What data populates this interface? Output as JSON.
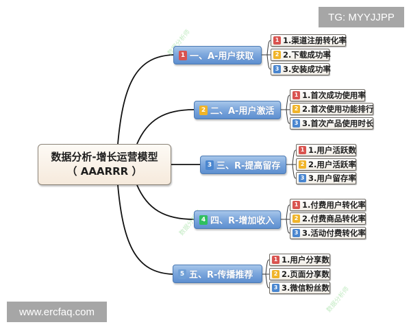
{
  "colors": {
    "badge_1": "#d9534f",
    "badge_2": "#f0b429",
    "badge_3": "#4a86cf",
    "badge_4": "#2fbf5f",
    "badge_5": "#6f9fd6",
    "branch_fill": "#7ea8dd",
    "central_fill": "#f8eee2",
    "link_color": "#111111"
  },
  "watermarks": {
    "top_right": "TG: MYYJJPP",
    "bottom_left": "www.ercfaq.com"
  },
  "central": {
    "line1": "数据分析-增长运营模型",
    "line2": "（ AAARRR ）"
  },
  "branches": [
    {
      "badge": "1",
      "label": "一、A-用户获取",
      "children": [
        {
          "badge": "1",
          "label": "1.渠道注册转化率"
        },
        {
          "badge": "2",
          "label": "2.下载成功率"
        },
        {
          "badge": "3",
          "label": "3.安装成功率"
        }
      ]
    },
    {
      "badge": "2",
      "label": "二、A-用户激活",
      "children": [
        {
          "badge": "1",
          "label": "1.首次成功使用率"
        },
        {
          "badge": "2",
          "label": "2.首次使用功能排行"
        },
        {
          "badge": "3",
          "label": "3.首次产品使用时长"
        }
      ]
    },
    {
      "badge": "3",
      "label": "三、R-提高留存",
      "children": [
        {
          "badge": "1",
          "label": "1.用户活跃数"
        },
        {
          "badge": "2",
          "label": "2.用户活跃率"
        },
        {
          "badge": "3",
          "label": "3.用户留存率"
        }
      ]
    },
    {
      "badge": "4",
      "label": "四、R-增加收入",
      "children": [
        {
          "badge": "1",
          "label": "1.付费用户转化率"
        },
        {
          "badge": "2",
          "label": "2.付费商品转化率"
        },
        {
          "badge": "3",
          "label": "3.活动付费转化率"
        }
      ]
    },
    {
      "badge": "5",
      "label": "五、R-传播推荐",
      "children": [
        {
          "badge": "1",
          "label": "1.用户分享数"
        },
        {
          "badge": "2",
          "label": "2.页面分享数"
        },
        {
          "badge": "3",
          "label": "3.微信粉丝数"
        }
      ]
    }
  ]
}
